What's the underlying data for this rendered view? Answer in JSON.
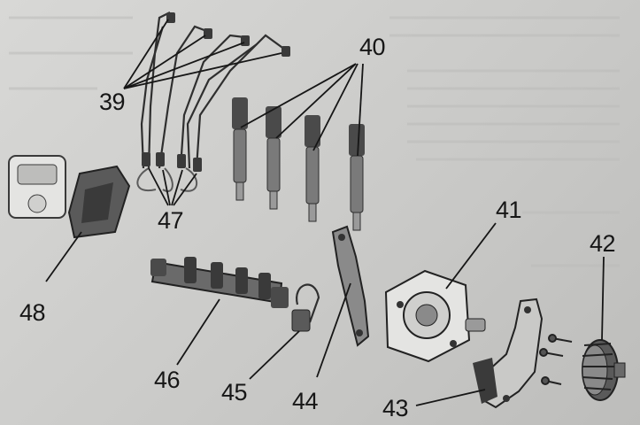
{
  "callouts": {
    "c39": "39",
    "c40": "40",
    "c41": "41",
    "c42": "42",
    "c43": "43",
    "c44": "44",
    "c45": "45",
    "c46": "46",
    "c47": "47",
    "c48": "48"
  },
  "colors": {
    "background": "#cfcfcd",
    "ink": "#161616",
    "part_dark": "#3a3a3a",
    "part_mid": "#8a8a8a",
    "part_light": "#e4e4e2"
  }
}
